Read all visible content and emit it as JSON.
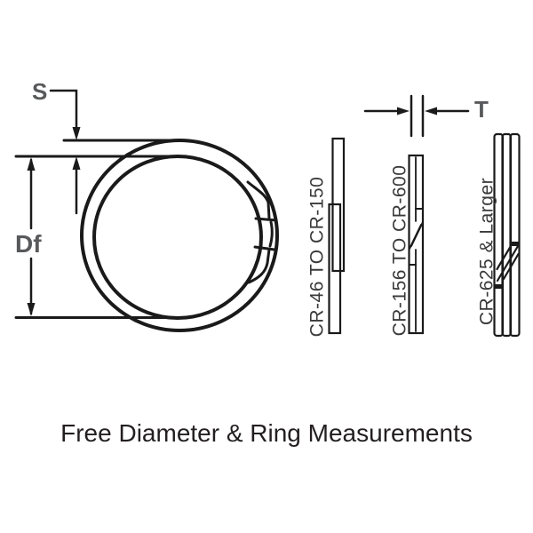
{
  "diagram": {
    "caption": "Free Diameter & Ring Measurements",
    "dimensions": {
      "s_label": "S",
      "df_label": "Df",
      "t_label": "T"
    },
    "size_ranges": [
      {
        "label": "CR-46 TO CR-150"
      },
      {
        "label": "CR-156 TO CR-600"
      },
      {
        "label": "CR-625 & Larger"
      }
    ],
    "colors": {
      "line": "#1a1a1a",
      "dimension_label": "#58595b",
      "size_label": "#3a3a3a",
      "caption": "#231f20",
      "background": "#ffffff"
    }
  }
}
